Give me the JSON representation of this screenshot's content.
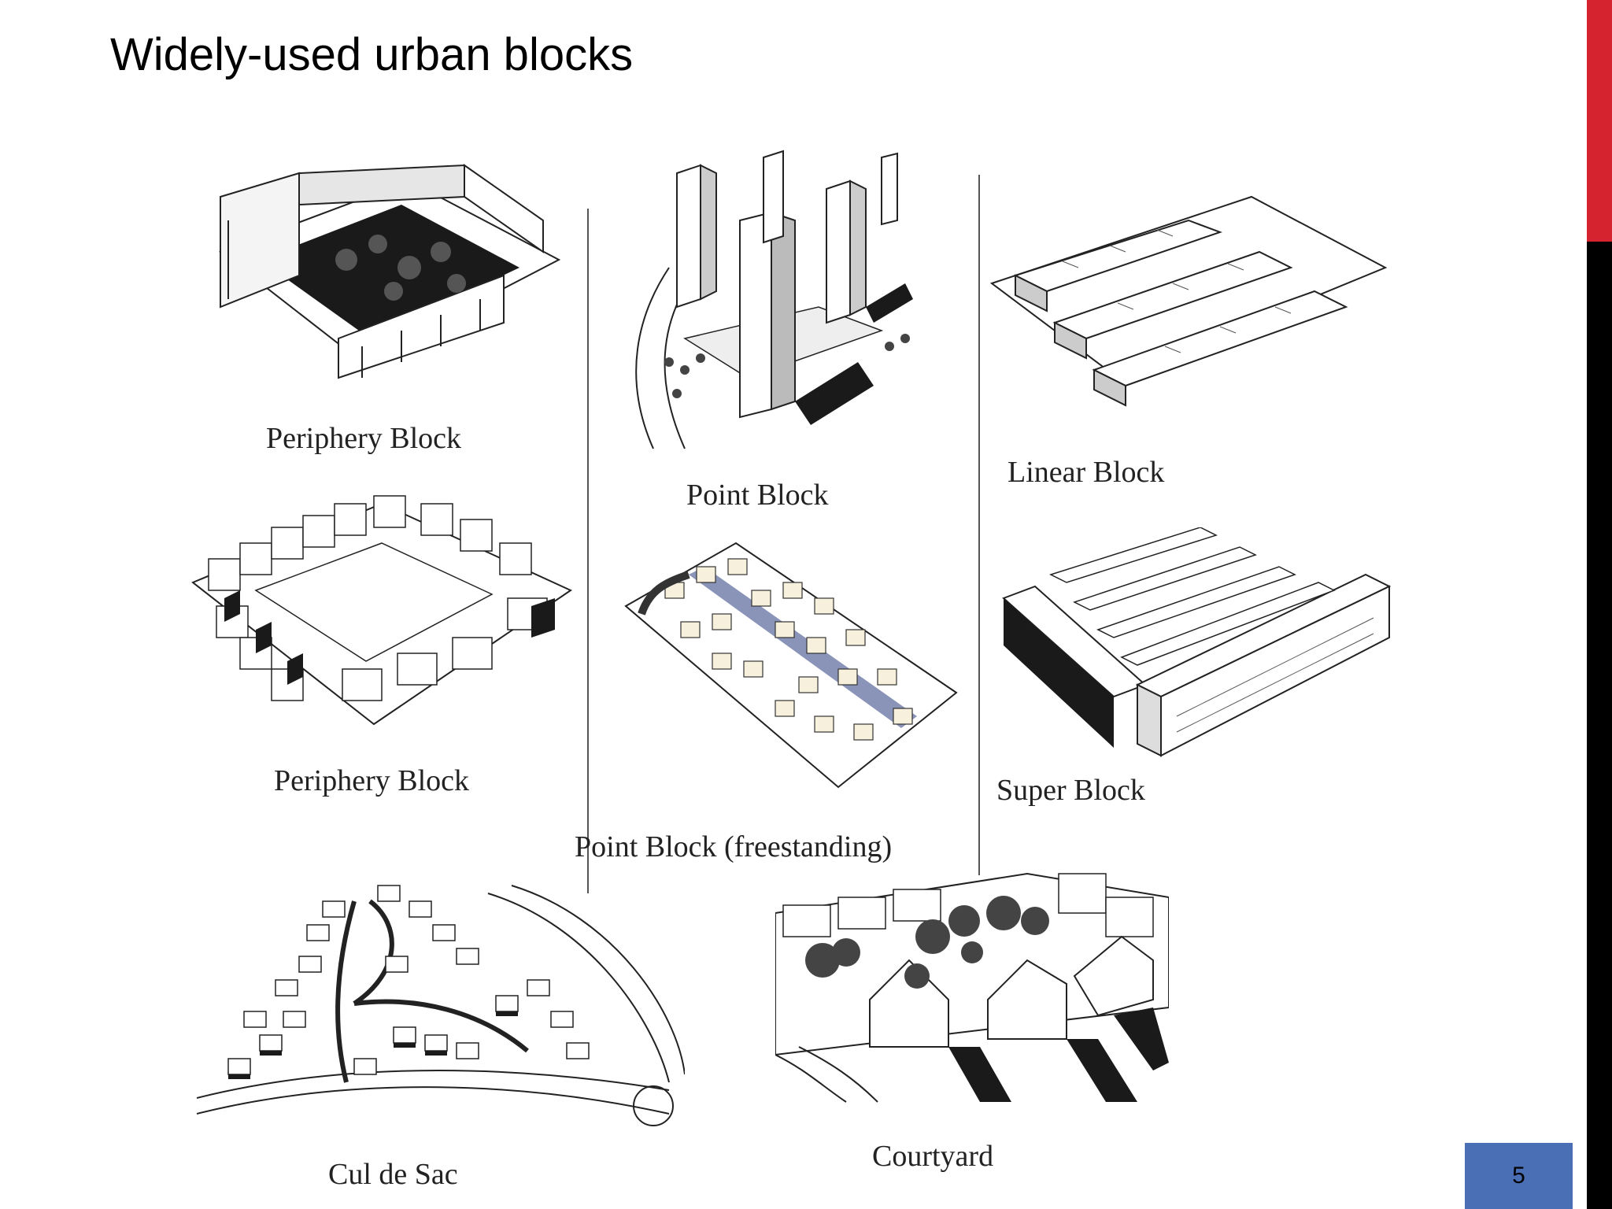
{
  "slide": {
    "title": "Widely-used urban blocks",
    "page_number": "5"
  },
  "colors": {
    "accent_red": "#d5242f",
    "accent_black": "#000000",
    "page_box": "#4a6fb5",
    "canal": "#8a93b8"
  },
  "figure": {
    "captions": {
      "periphery_top": "Periphery Block",
      "point": "Point Block",
      "linear": "Linear Block",
      "periphery_bottom": "Periphery Block",
      "point_freestanding": "Point Block (freestanding)",
      "super": "Super Block",
      "cul_de_sac": "Cul de Sac",
      "courtyard": "Courtyard"
    }
  }
}
